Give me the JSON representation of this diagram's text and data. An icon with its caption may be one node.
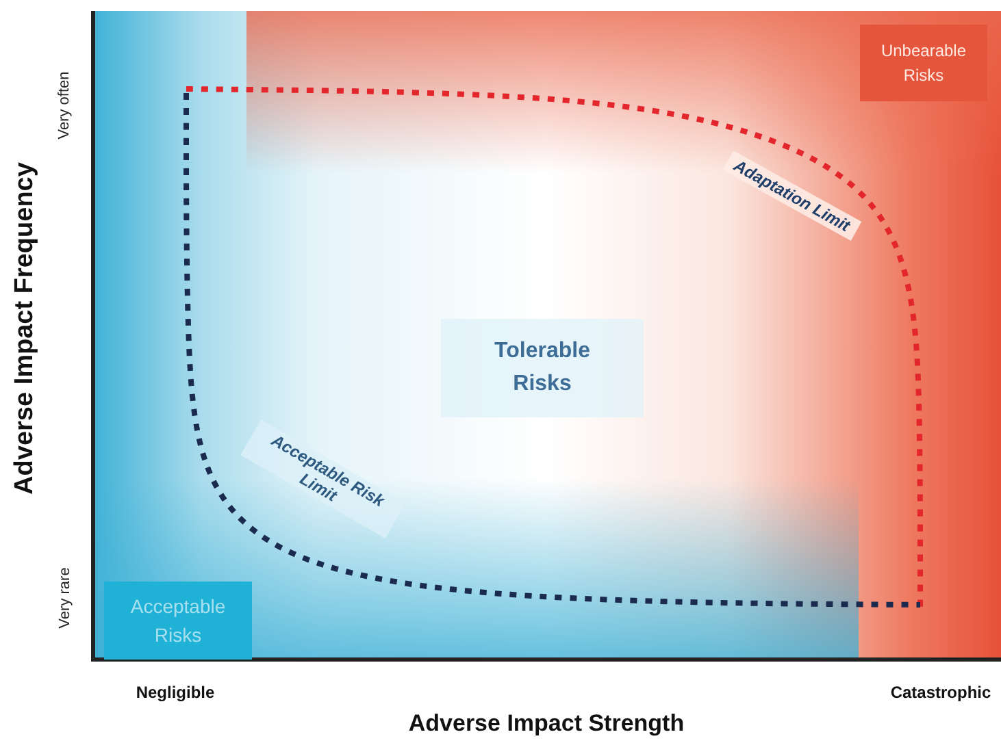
{
  "diagram": {
    "nodes": [
      {
        "text": [
          "Unbearable Risks"
        ]
      },
      {
        "text": [
          "Tolerable Risks"
        ]
      },
      {
        "text": [
          "Acceptable Risks"
        ]
      }
    ],
    "labels": [
      "Very often",
      "Adaptation Limit",
      "Adverse Impact Frequency",
      "Acceptable Risk Limit",
      "Very rare",
      "Negligible",
      "Catastrophic",
      "Adverse Impact Strength"
    ]
  }
}
